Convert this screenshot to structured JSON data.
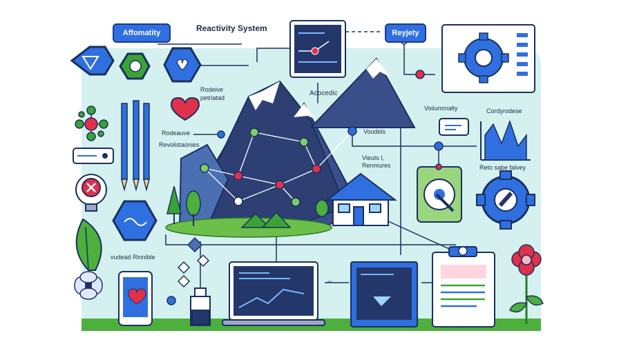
{
  "title": "Reactivity System",
  "pills": {
    "left": "Affomatity",
    "right": "Reyjety"
  },
  "labels": {
    "redeive": "Rodeive\npetriatad",
    "acoc": "Acocedic",
    "rodeauve": "Rodeauve",
    "revol": "Revolistaonies",
    "voudels": "Voudels",
    "viewts": "Vieuts l,\nRenmures",
    "voluminity": "Voiiummalty",
    "cordy": "Cordyrodese",
    "reto": "Reto sabe falvey",
    "vudead": "vudead Rinnible"
  },
  "colors": {
    "background_panel": "#cfeff0",
    "navy": "#1b2f5e",
    "blue": "#2f6fe0",
    "green": "#3aa335",
    "red": "#e0304a",
    "ground": "#4caf3e"
  }
}
